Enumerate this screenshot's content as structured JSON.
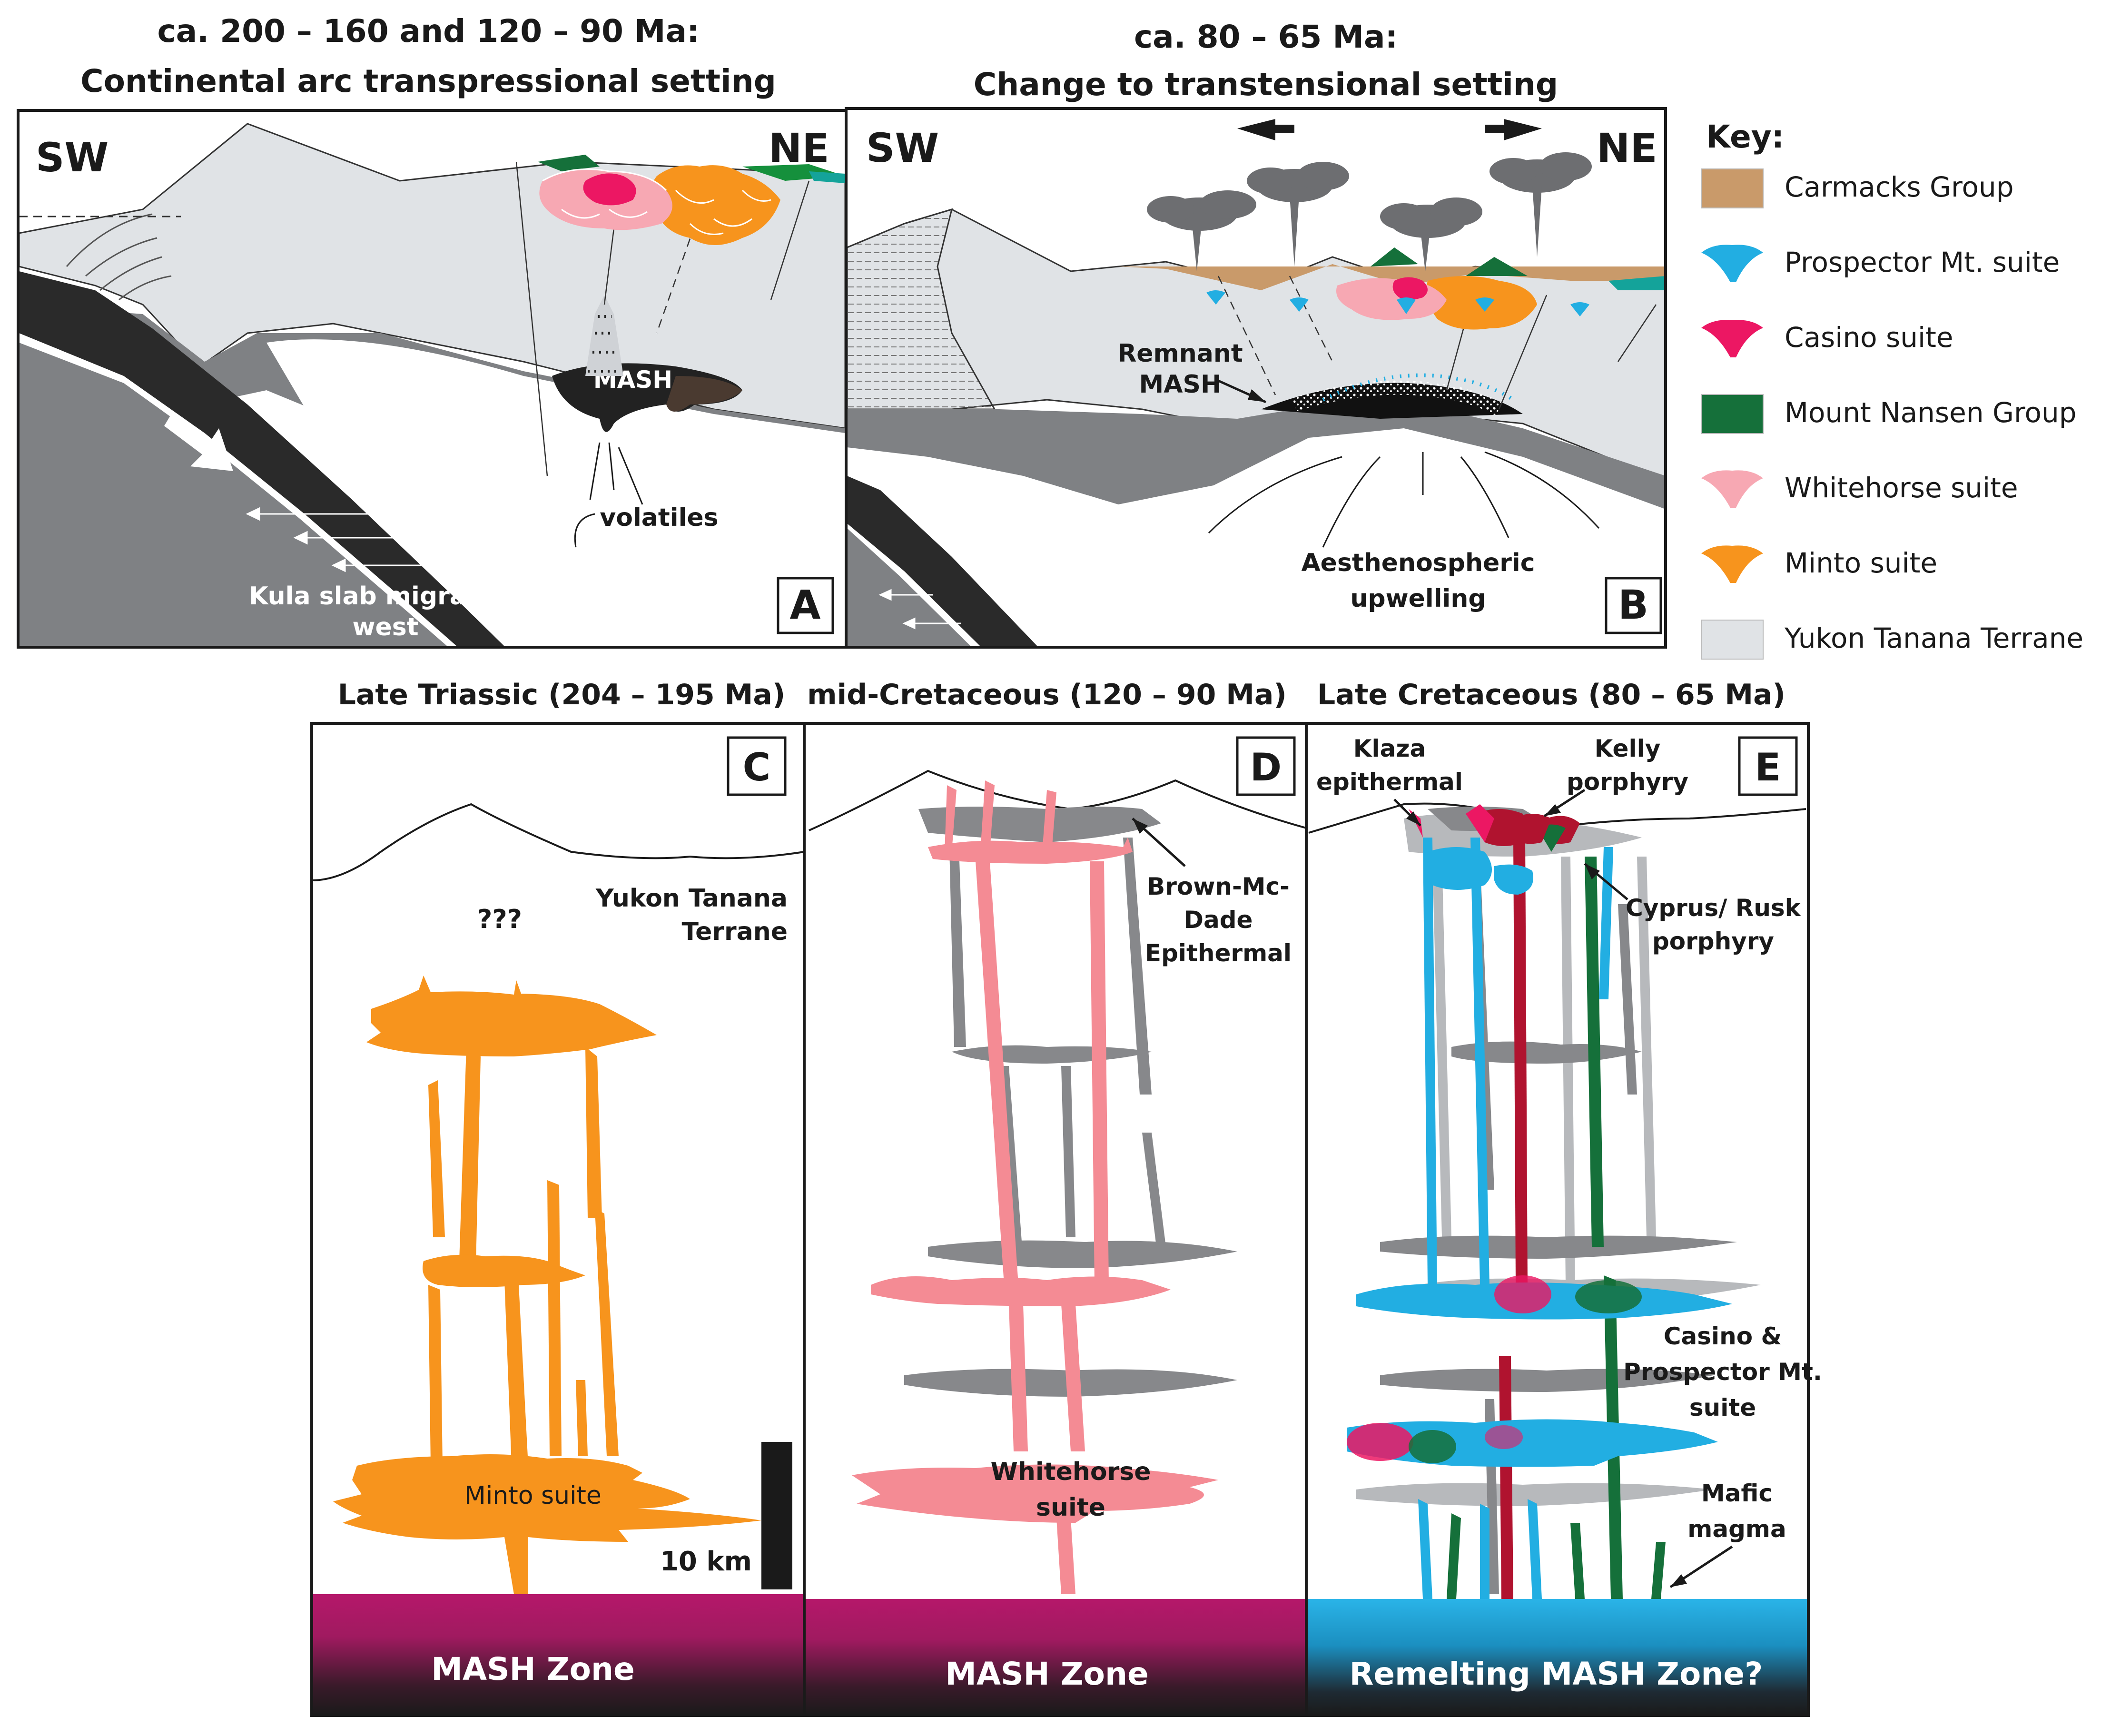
{
  "panel_a": {
    "title_line1": "ca. 200 – 160 and 120 – 90 Ma:",
    "title_line2": "Continental arc transpressional setting",
    "sw": "SW",
    "ne": "NE",
    "mash": "MASH",
    "volatiles": "volatiles",
    "slab_line1": "Kula slab migrating",
    "slab_line2": "west",
    "letter": "A"
  },
  "panel_b": {
    "title_line1": "ca. 80 – 65 Ma:",
    "title_line2": "Change to transtensional setting",
    "sw": "SW",
    "ne": "NE",
    "remnant_line1": "Remnant",
    "remnant_line2": "MASH",
    "upwelling_line1": "Aesthenospheric",
    "upwelling_line2": "upwelling",
    "letter": "B"
  },
  "key": {
    "title": "Key:",
    "items": [
      {
        "label": "Carmacks Group",
        "color": "#c99a6a",
        "shape": "rect"
      },
      {
        "label": "Prospector Mt. suite",
        "color": "#22aee2",
        "shape": "drop"
      },
      {
        "label": "Casino suite",
        "color": "#ec1763",
        "shape": "drop"
      },
      {
        "label": "Mount Nansen Group",
        "color": "#15703a",
        "shape": "rect"
      },
      {
        "label": "Whitehorse suite",
        "color": "#f7a8b3",
        "shape": "drop"
      },
      {
        "label": "Minto suite",
        "color": "#f7941d",
        "shape": "drop"
      },
      {
        "label": "Yukon Tanana Terrane",
        "color": "#e0e3e6",
        "shape": "rect"
      }
    ]
  },
  "panel_c": {
    "title": "Late Triassic (204 – 195 Ma)",
    "letter": "C",
    "unknown": "???",
    "ytt_line1": "Yukon Tanana",
    "ytt_line2": "Terrane",
    "suite": "Minto suite",
    "scale": "10 km",
    "zone": "MASH Zone"
  },
  "panel_d": {
    "title": "mid-Cretaceous (120 – 90 Ma)",
    "letter": "D",
    "epi_line1": "Brown-Mc-",
    "epi_line2": "Dade",
    "epi_line3": "Epithermal",
    "suite_line1": "Whitehorse",
    "suite_line2": "suite",
    "zone": "MASH Zone"
  },
  "panel_e": {
    "title": "Late Cretaceous (80 – 65 Ma)",
    "letter": "E",
    "klaza_line1": "Klaza",
    "klaza_line2": "epithermal",
    "kelly_line1": "Kelly",
    "kelly_line2": "porphyry",
    "cyprus_line1": "Cyprus/ Rusk",
    "cyprus_line2": "porphyry",
    "casino_line1": "Casino &",
    "casino_line2": "Prospector Mt.",
    "casino_line3": "suite",
    "mafic_line1": "Mafic",
    "mafic_line2": "magma",
    "zone": "Remelting MASH Zone?"
  }
}
